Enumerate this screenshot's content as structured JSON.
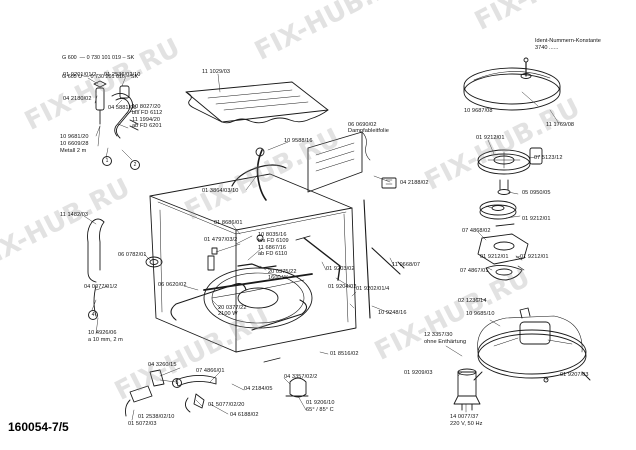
{
  "watermark": {
    "text": "FIX-HUB.RU"
  },
  "drawing_code": "160054-7/5",
  "identification": {
    "label": "Ident-Nummern-Konstante",
    "value": "3740 ......"
  },
  "variants": [
    "G 600  — 0 730 101 019 – SK",
    "G 605 U — 0 730 201 016 – SK"
  ],
  "callouts": [
    "1",
    "2",
    "3",
    "4"
  ],
  "labels": [
    "01 9201/01/2",
    "01 2536/02/10",
    "04 2180/02",
    "04 5881/05",
    "10 8027/20",
    "bis FD 6112",
    "11 1994/20",
    "ab FD 6201",
    "10 9681/20",
    "10 6609/28",
    "Metall 2 m",
    "11 1029/03",
    "10 9588/16",
    "01 3864/03/10",
    "11 1482/03",
    "06 0782/01",
    "04 0077/01/2",
    "01 8686/01",
    "01 4797/03/2",
    "10 8035/16",
    "bis FD 6109",
    "11 6867/16",
    "ab FD 6110",
    "06 0620/02",
    "20 0375/22",
    "1600 W",
    "20 0377/22",
    "2100 W",
    "10 4926/06",
    "a 10 mm, 2 m",
    "04 3260/15",
    "07 4866/01",
    "04 2184/05",
    "04 3357/02/2",
    "01 5077/02/20",
    "01 2538/02/10",
    "04 6188/02",
    "01 5072/03",
    "01 9206/10",
    "65° / 85° C",
    "01 8516/02",
    "10 9248/16",
    "01 9203/02",
    "01 9204/02",
    "01 9202/01/4",
    "11 0668/07",
    "06 0690/02",
    "Dampfableitfolie",
    "04 2188/02",
    "10 9687/08",
    "11 1769/08",
    "01 9212/01",
    "07 5123/12",
    "05 0950/05",
    "01 9212/01",
    "07 4868/02",
    "07 4867/01",
    "01 9212/01",
    "01 9212/01",
    "02 1236/14",
    "10 9685/10",
    "12 3357/30",
    "ohne Enthärtung",
    "01 9209/03",
    "01 9207/03",
    "14 0077/37",
    "220 V, 50 Hz"
  ]
}
